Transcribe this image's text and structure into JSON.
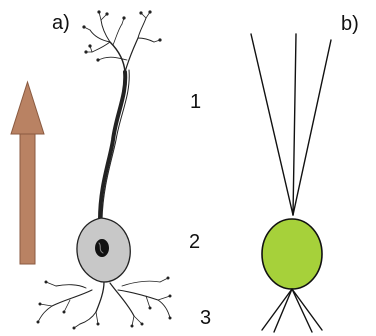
{
  "labels": {
    "panel_a": "a)",
    "panel_b": "b)",
    "region_1": "1",
    "region_2": "2",
    "region_3": "3"
  },
  "colors": {
    "arrow": "#b98263",
    "neuron_body": "#c8c8c8",
    "nucleus": "#111111",
    "simplified_body": "#a6d13a",
    "ink": "#111111"
  },
  "icons": {
    "arrow": "up-arrow-icon",
    "neuron": "neuron-drawing-icon",
    "simplified": "simplified-neuron-icon"
  }
}
